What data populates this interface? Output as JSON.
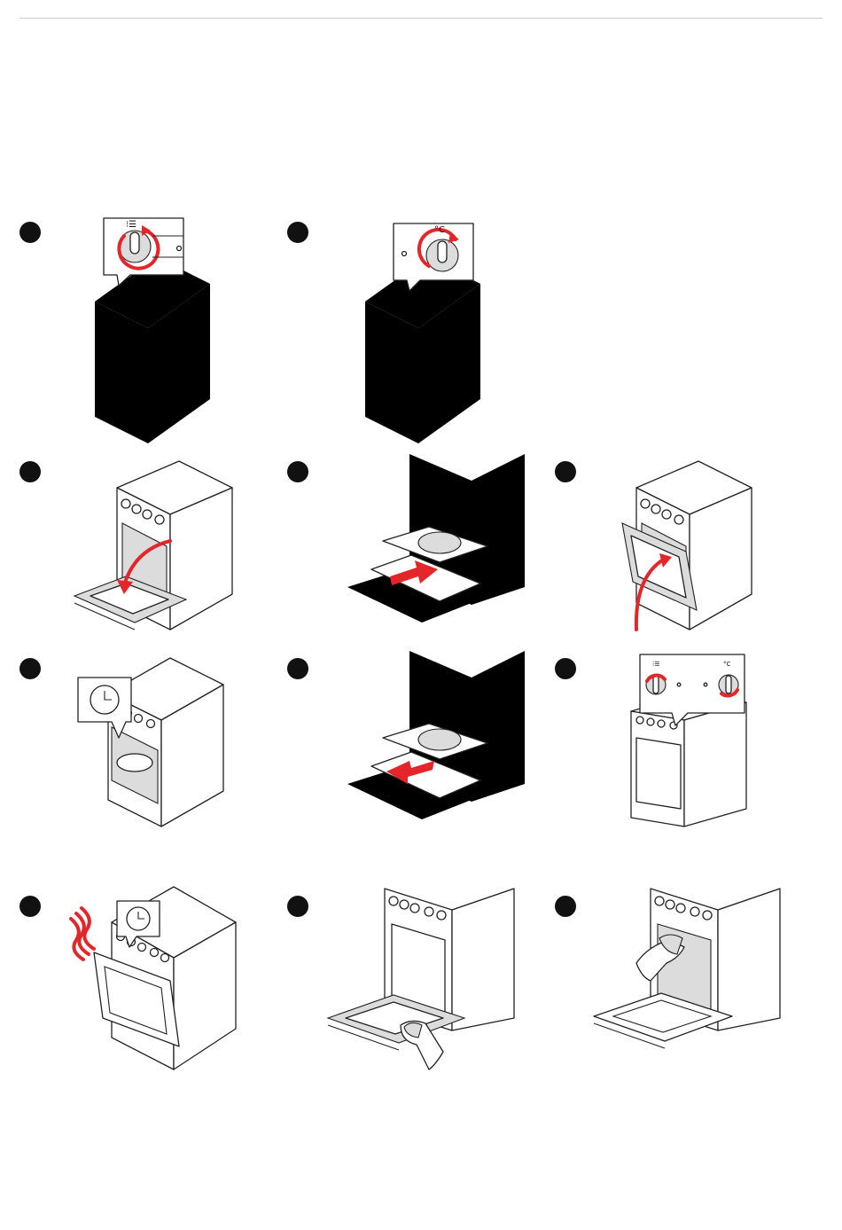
{
  "page": {
    "symbols": {
      "program_mark": "⁝☰",
      "temperature_unit": "°C",
      "temperature_mark": "°C"
    }
  },
  "steps": [
    {
      "id": 1,
      "scene": "knob-function"
    },
    {
      "id": 2,
      "scene": "knob-temperature"
    },
    {
      "id": 3,
      "scene": "door-open"
    },
    {
      "id": 4,
      "scene": "tray-insert"
    },
    {
      "id": 5,
      "scene": "door-close"
    },
    {
      "id": 6,
      "scene": "timer-cooking"
    },
    {
      "id": 7,
      "scene": "tray-remove"
    },
    {
      "id": 8,
      "scene": "knobs-off"
    },
    {
      "id": 9,
      "scene": "cooling-timer"
    },
    {
      "id": 10,
      "scene": "clean-door"
    },
    {
      "id": 11,
      "scene": "clean-interior"
    }
  ],
  "colors": {
    "accent": "#e4262b",
    "line": "#222222",
    "shade": "#dcdcdc",
    "dot": "#111111"
  }
}
